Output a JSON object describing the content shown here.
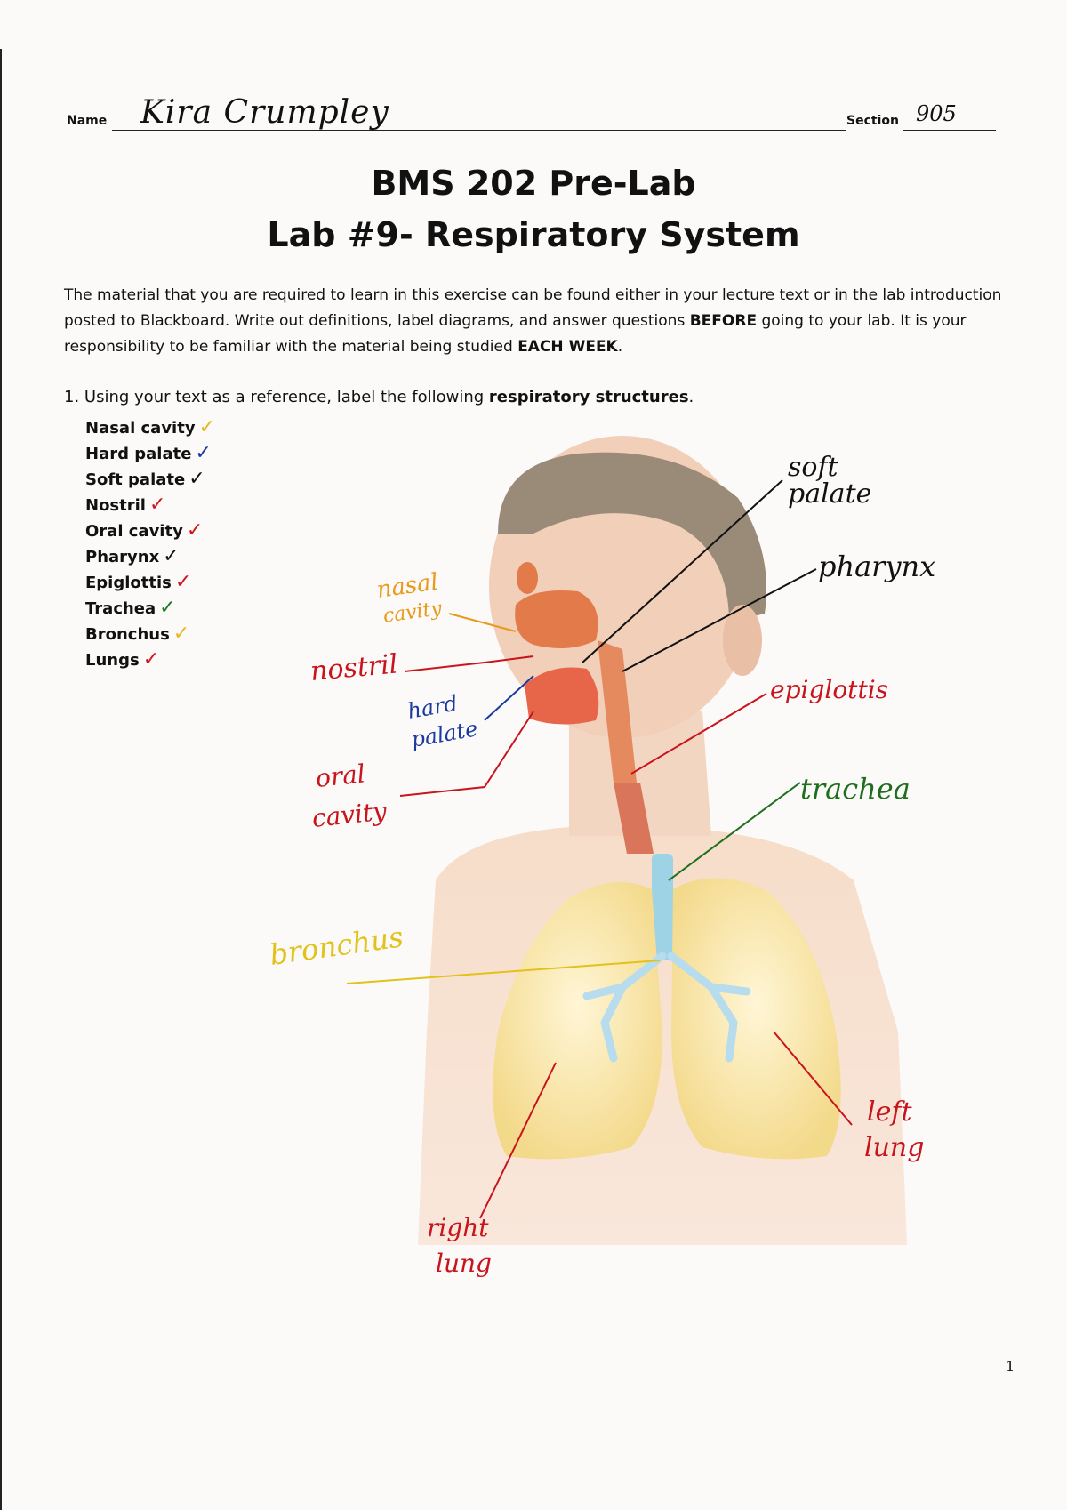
{
  "header": {
    "name_label": "Name",
    "student_name": "Kira Crumpley",
    "section_label": "Section",
    "section_value": "905"
  },
  "title": {
    "line1": "BMS 202 Pre-Lab",
    "line2": "Lab #9- Respiratory System"
  },
  "intro": {
    "text_a": "The material that you are required to learn in this exercise can be found either in your lecture text or in the lab introduction posted to Blackboard.  Write out definitions, label diagrams, and answer questions ",
    "emph_before": "BEFORE",
    "text_b": " going to your lab.  It is your responsibility to be familiar with the material being studied ",
    "emph_week": "EACH WEEK",
    "text_c": "."
  },
  "question1": {
    "number": "1.",
    "text": "Using your text as a reference, label the following ",
    "emph": "respiratory structures",
    "end": "."
  },
  "structures": [
    {
      "label": "Nasal cavity",
      "check_color": "#e8b820"
    },
    {
      "label": "Hard palate",
      "check_color": "#1a3aa0"
    },
    {
      "label": "Soft palate",
      "check_color": "#111111"
    },
    {
      "label": "Nostril",
      "check_color": "#d0151a"
    },
    {
      "label": "Oral cavity",
      "check_color": "#d0151a"
    },
    {
      "label": "Pharynx",
      "check_color": "#111111"
    },
    {
      "label": "Epiglottis",
      "check_color": "#d0151a"
    },
    {
      "label": "Trachea",
      "check_color": "#1e7a1e"
    },
    {
      "label": "Bronchus",
      "check_color": "#e8b820"
    },
    {
      "label": "Lungs",
      "check_color": "#d0151a"
    }
  ],
  "check_glyph": "✓",
  "annotations": {
    "soft_palate_1": "soft",
    "soft_palate_2": "palate",
    "pharynx": "pharynx",
    "nasal_cavity_1": "nasal",
    "nasal_cavity_2": "cavity",
    "nostril": "nostril",
    "hard_palate_1": "hard",
    "hard_palate_2": "palate",
    "epiglottis": "epiglottis",
    "oral_cavity_1": "oral",
    "oral_cavity_2": "cavity",
    "trachea": "trachea",
    "bronchus": "bronchus",
    "left_lung_1": "left",
    "left_lung_2": "lung",
    "right_lung_1": "right",
    "right_lung_2": "lung"
  },
  "colors": {
    "ink_black": "#111111",
    "ink_red": "#c8141c",
    "ink_orange": "#e89a1a",
    "ink_blue": "#1a3aa0",
    "ink_green": "#1e6e1e",
    "ink_yellow": "#e2c21a"
  },
  "page_number": "1"
}
